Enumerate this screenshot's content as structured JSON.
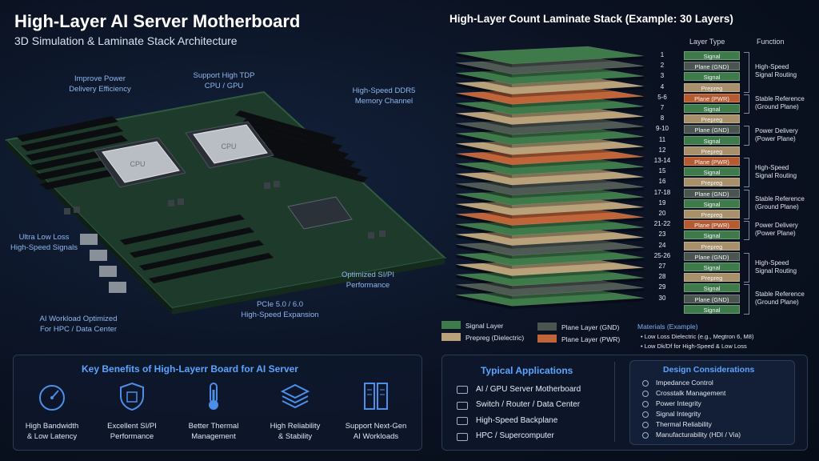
{
  "header": {
    "title": "High-Layer AI Server Motherboard",
    "subtitle": "3D Simulation & Laminate Stack Architecture"
  },
  "board": {
    "cpu_label": "CPU",
    "callouts": {
      "power": "Improve Power\nDelivery Efficiency",
      "tdp": "Support High TDP\nCPU / GPU",
      "ddr5": "High-Speed DDR5\nMemory Channel",
      "lowloss": "Ultra Low Loss\nHigh-Speed Signals",
      "sipi": "Optimized SI/PI\nPerformance",
      "pcie": "PCIe 5.0 / 6.0\nHigh-Speed Expansion",
      "ai": "AI Workload Optimized\nFor HPC / Data Center"
    }
  },
  "stack": {
    "title": "High-Layer Count Laminate Stack (Example: 30 Layers)",
    "col_type": "Layer Type",
    "col_function": "Function",
    "rows": [
      {
        "num": "1",
        "type": "Signal",
        "kind": "signal"
      },
      {
        "num": "2",
        "type": "Plane (GND)",
        "kind": "gnd"
      },
      {
        "num": "3",
        "type": "Signal",
        "kind": "signal"
      },
      {
        "num": "4",
        "type": "Prepreg",
        "kind": "prepreg"
      },
      {
        "num": "5-6",
        "type": "Plane (PWR)",
        "kind": "pwr"
      },
      {
        "num": "7",
        "type": "Signal",
        "kind": "signal"
      },
      {
        "num": "8",
        "type": "Prepreg",
        "kind": "prepreg"
      },
      {
        "num": "9-10",
        "type": "Plane (GND)",
        "kind": "gnd"
      },
      {
        "num": "11",
        "type": "Signal",
        "kind": "signal"
      },
      {
        "num": "12",
        "type": "Prepreg",
        "kind": "prepreg"
      },
      {
        "num": "13-14",
        "type": "Plane (PWR)",
        "kind": "pwr"
      },
      {
        "num": "15",
        "type": "Signal",
        "kind": "signal"
      },
      {
        "num": "16",
        "type": "Prepreg",
        "kind": "prepreg"
      },
      {
        "num": "17-18",
        "type": "Plane (GND)",
        "kind": "gnd"
      },
      {
        "num": "19",
        "type": "Signal",
        "kind": "signal"
      },
      {
        "num": "20",
        "type": "Prepreg",
        "kind": "prepreg"
      },
      {
        "num": "21-22",
        "type": "Plane (PWR)",
        "kind": "pwr"
      },
      {
        "num": "23",
        "type": "Signal",
        "kind": "signal"
      },
      {
        "num": "24",
        "type": "Prepreg",
        "kind": "prepreg"
      },
      {
        "num": "25-26",
        "type": "Plane (GND)",
        "kind": "gnd"
      },
      {
        "num": "27",
        "type": "Signal",
        "kind": "signal"
      },
      {
        "num": "28",
        "type": "Prepreg",
        "kind": "prepreg"
      },
      {
        "num": "29",
        "type": "Signal",
        "kind": "signal"
      },
      {
        "num": "30",
        "type": "Plane (GND)",
        "kind": "gnd"
      },
      {
        "num": "",
        "type": "Signal",
        "kind": "signal"
      }
    ],
    "functions": [
      "High-Speed\nSignal Routing",
      "Stable Reference\n(Ground Plane)",
      "Power Delivery\n(Power Plane)",
      "High-Speed\nSignal Routing",
      "Stable Reference\n(Ground Plane)",
      "Power Delivery\n(Power Plane)",
      "High-Speed\nSignal Routing",
      "Stable Reference\n(Ground Plane)"
    ],
    "legend": [
      {
        "label": "Signal Layer",
        "color": "#3f7a4a"
      },
      {
        "label": "Prepreg (Dielectric)",
        "color": "#b9a27a"
      },
      {
        "label": "Plane Layer (GND)",
        "color": "#4a5550"
      },
      {
        "label": "Plane Layer (PWR)",
        "color": "#c0653a"
      }
    ],
    "materials": {
      "title": "Materials (Example)",
      "items": [
        "Low Loss Dielectric (e.g., Megtron 6, M8)",
        "Low Dk/Df for High-Speed & Low Loss"
      ]
    },
    "colors": {
      "signal": "#3f7a4a",
      "gnd": "#4a5550",
      "pwr": "#b65a30",
      "prepreg": "#a8916a"
    }
  },
  "benefits": {
    "title": "Key Benefits of High-Layerr Board for AI Server",
    "items": [
      {
        "label": "High Bandwidth\n& Low Latency",
        "icon": "gauge-icon"
      },
      {
        "label": "Excellent SI/PI\nPerformance",
        "icon": "shield-chip-icon"
      },
      {
        "label": "Better Thermal\nManagement",
        "icon": "thermometer-icon"
      },
      {
        "label": "High Reliability\n& Stability",
        "icon": "layers-icon"
      },
      {
        "label": "Support Next-Gen\nAI Workloads",
        "icon": "server-rack-icon"
      }
    ]
  },
  "applications": {
    "title": "Typical Applications",
    "items": [
      "AI / GPU Server Motherboard",
      "Switch / Router / Data Center",
      "High-Speed Backplane",
      "HPC / Supercomputer"
    ]
  },
  "design": {
    "title": "Design Considerations",
    "items": [
      "Impedance Control",
      "Crosstalk Management",
      "Power Integrity",
      "Signal Integrity",
      "Thermal Reliability",
      "Manufacturability (HDI / Via)"
    ]
  }
}
